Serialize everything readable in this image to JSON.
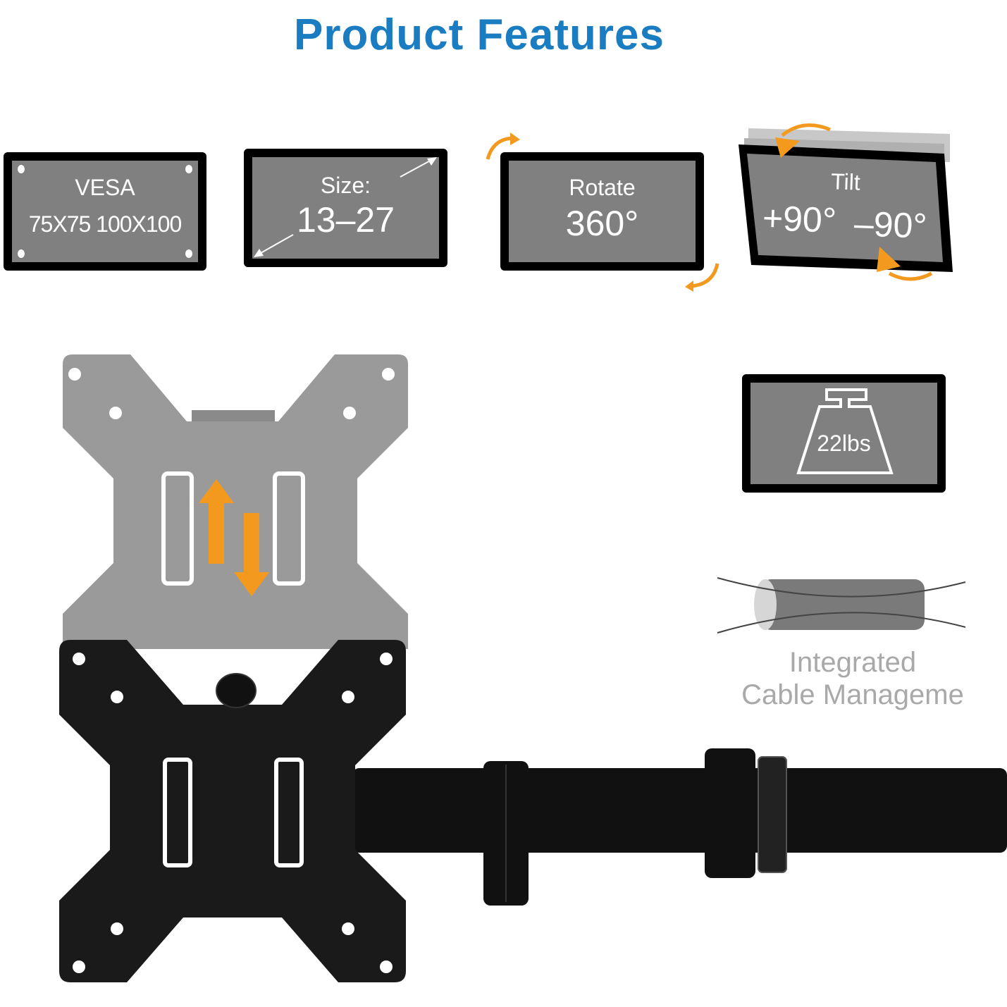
{
  "title": "Product Features",
  "features": {
    "vesa": {
      "label": "VESA",
      "value": "75X75 100X100"
    },
    "size": {
      "label": "Size:",
      "value": "13–27"
    },
    "rotate": {
      "label": "Rotate",
      "value": "360°"
    },
    "tilt": {
      "label": "Tilt",
      "plus": "+90°",
      "minus": "–90°"
    },
    "weight": {
      "value": "22lbs"
    },
    "cable": {
      "line1": "Integrated",
      "line2": "Cable Manageme"
    }
  },
  "colors": {
    "title": "#1a7cc1",
    "accent_orange": "#f39a1e",
    "screen_gray": "#808080",
    "caption_gray": "#a9a9a9"
  },
  "icons": [
    "vesa-hole-icon",
    "diagonal-arrow-icon",
    "rotate-arrow-icon",
    "tilt-arrow-icon",
    "weight-icon",
    "cable-sleeve-icon",
    "up-down-arrow-icon"
  ]
}
